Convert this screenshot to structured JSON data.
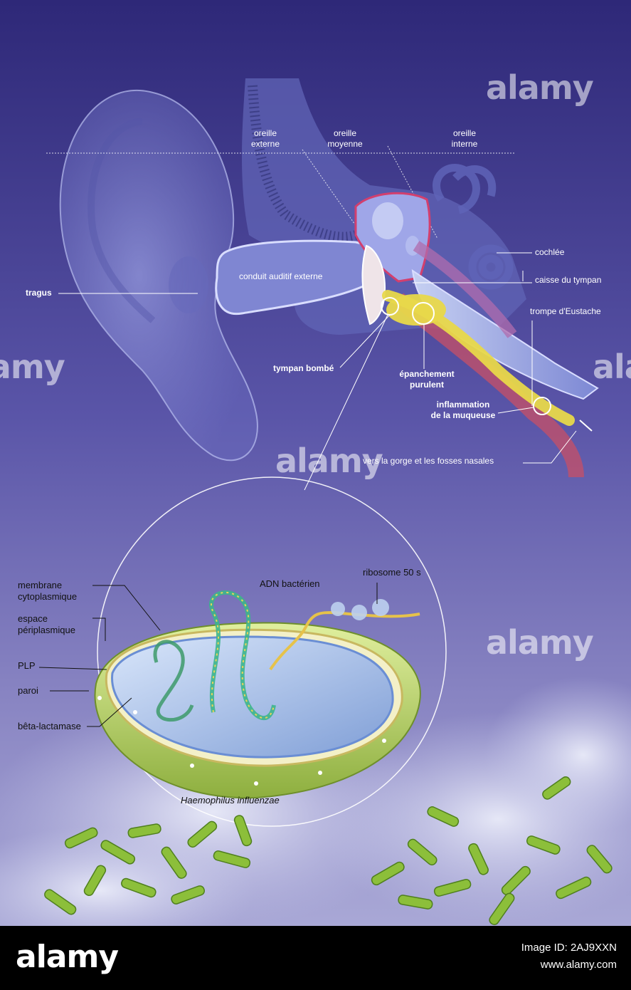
{
  "ear_labels": {
    "oreille_externe": "oreille\nexterne",
    "oreille_moyenne": "oreille\nmoyenne",
    "oreille_interne": "oreille\ninterne",
    "cochlee": "cochlée",
    "caisse_du_tympan": "caisse du tympan",
    "trompe_eustache": "trompe d'Eustache",
    "conduit_auditif": "conduit auditif externe",
    "tragus": "tragus",
    "tympan_bombe": "tympan bombé",
    "epanchement": "épanchement\npurulent",
    "inflammation": "inflammation\nde la muqueuse",
    "vers_gorge": "vers la gorge et les fosses nasales"
  },
  "bacteria_labels": {
    "membrane": "membrane\ncytoplasmique",
    "espace": "espace\npériplasmique",
    "plp": "PLP",
    "paroi": "paroi",
    "beta_lactamase": "bêta-lactamase",
    "adn": "ADN bactérien",
    "ribosome": "ribosome 50 s",
    "species": "Haemophilus influenzae"
  },
  "watermark": {
    "text": "alamy"
  },
  "footer": {
    "logo": "alamy",
    "image_id": "Image ID: 2AJ9XXN",
    "url": "www.alamy.com"
  },
  "colors": {
    "background_top": "#2e2878",
    "background_bottom": "#8a86c4",
    "ear": "#8a8fd8",
    "bacterium": "#b7d36b",
    "pus": "#e8d84a",
    "mucosa": "#c0506a"
  }
}
